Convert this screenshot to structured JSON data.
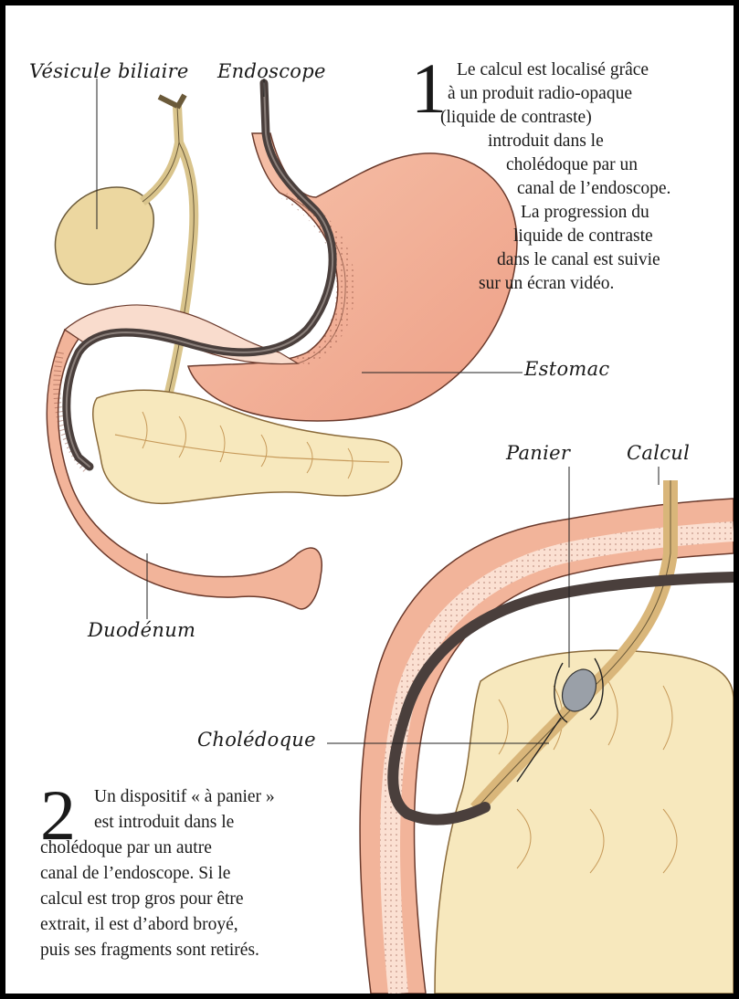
{
  "labels": {
    "vesicule": "Vésicule biliaire",
    "endoscope": "Endoscope",
    "estomac": "Estomac",
    "duodenum": "Duodénum",
    "panier": "Panier",
    "calcul": "Calcul",
    "choledoque": "Cholédoque"
  },
  "step1": {
    "number": "1",
    "lines": [
      "Le calcul est localisé grâce",
      "à un produit radio-opaque",
      "(liquide de contraste)",
      "introduit dans le",
      "cholédoque par un",
      "canal de l’endoscope.",
      "La progression du",
      "liquide de contraste",
      "dans le canal est suivie",
      "sur un écran vidéo."
    ]
  },
  "step2": {
    "number": "2",
    "lines": [
      "Un dispositif « à panier »",
      "est introduit dans le",
      "cholédoque par un autre",
      "canal de l’endoscope. Si le",
      "calcul est trop gros pour être",
      "extrait, il est d’abord broyé,",
      "puis ses fragments sont retirés."
    ]
  },
  "colors": {
    "organ_pink": "#f2b49a",
    "organ_light": "#f9dccd",
    "pancreas": "#f7e8bd",
    "gallbladder": "#ecd7a0",
    "endoscope": "#4a3f3c"
  }
}
